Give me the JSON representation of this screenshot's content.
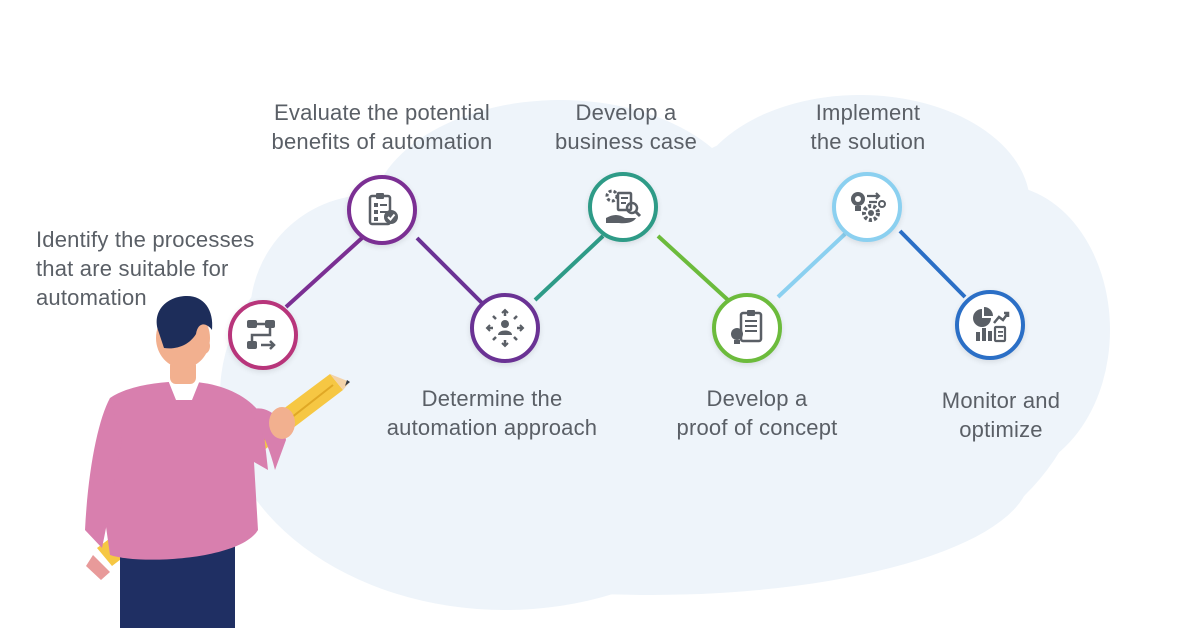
{
  "colors": {
    "cloud": "#eef4fa",
    "step1": "#b8357b",
    "step2": "#7b2f93",
    "step3": "#6a3294",
    "step4": "#2e9b87",
    "step5": "#6cbb3c",
    "step6": "#8bd0f0",
    "step7": "#2b6fc6",
    "icon": "#5a5f66",
    "jacket": "#d87fae",
    "hair": "#1d2d5a",
    "skin": "#f2b08f",
    "pants": "#1f2f63",
    "pencil": "#f6c743"
  },
  "steps": [
    {
      "id": "identify",
      "icon": "flowchart-icon",
      "lines": [
        "Identify the processes",
        "that are suitable for",
        "automation"
      ]
    },
    {
      "id": "evaluate",
      "icon": "checklist-icon",
      "lines": [
        "Evaluate the potential",
        "benefits of automation"
      ]
    },
    {
      "id": "determine",
      "icon": "network-person-icon",
      "lines": [
        "Determine the",
        "automation approach"
      ]
    },
    {
      "id": "business-case",
      "icon": "hand-document-icon",
      "lines": [
        "Develop a",
        "business case"
      ]
    },
    {
      "id": "proof",
      "icon": "clipboard-idea-icon",
      "lines": [
        "Develop a",
        "proof of concept"
      ]
    },
    {
      "id": "implement",
      "icon": "idea-gear-icon",
      "lines": [
        "Implement",
        "the solution"
      ]
    },
    {
      "id": "monitor",
      "icon": "analytics-icon",
      "lines": [
        "Monitor and",
        "optimize"
      ]
    }
  ]
}
